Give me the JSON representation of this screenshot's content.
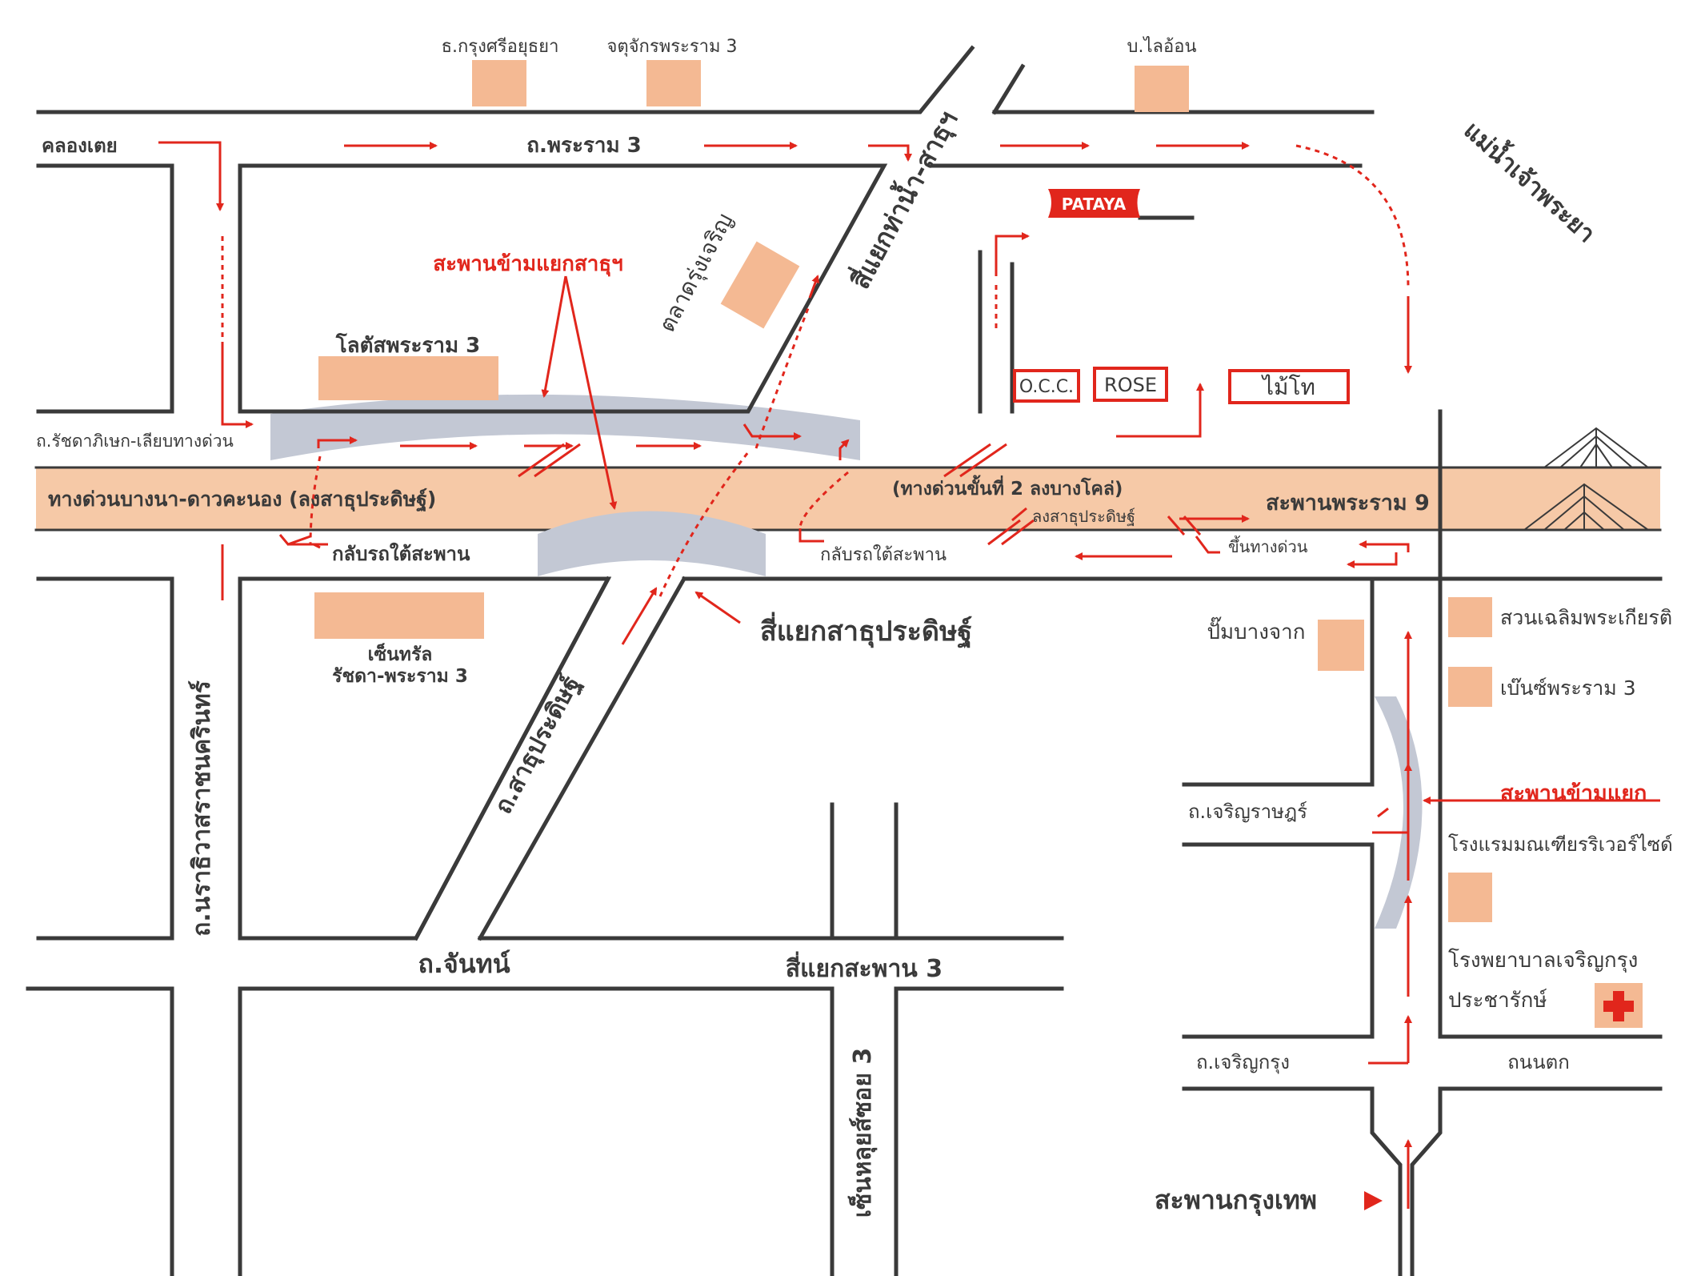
{
  "colors": {
    "road": "#3a3a3a",
    "arrow": "#e1261c",
    "building": "#f4b993",
    "expressway": "#f6c9a7",
    "bridge": "#c3c8d4"
  },
  "top": {
    "krungsri": "ธ.กรุงศรีอยุธยา",
    "jatujak": "จตุจักรพระราม 3",
    "lion": "บ.ไลอ้อน"
  },
  "roads": {
    "khlong_toei": "คลองเตย",
    "rama3": "ถ.พระราม 3",
    "tha_nam_sathu": "สี่แยกท่าน้ำ-สาธุฯ",
    "chaophraya": "แม่น้ำเจ้าพระยา",
    "talad_rung_charoen": "ตลาดรุ่งเจริญ",
    "ratchadaphisek": "ถ.รัชดาภิเษก-เลียบทางด่วน",
    "expressway": "ทางด่วนบางนา-ดาวคะนอง (ลงสาธุประดิษฐ์)",
    "expressway_stage2": "(ทางด่วนขั้นที่ 2 ลงบางโคล่)",
    "down_sathu": "ลงสาธุประดิษฐ์",
    "rama9_bridge": "สะพานพระราม 9",
    "up_expressway": "ขึ้นทางด่วน",
    "u_turn_left": "กลับรถใต้สะพาน",
    "u_turn_right": "กลับรถใต้สะพาน",
    "sathu_junction": "สี่แยกสาธุประดิษฐ์",
    "sathu_road": "ถ.สาธุประดิษฐ์",
    "narathiwat": "ถ.นราธิวาสราชนครินทร์",
    "chan_road": "ถ.จันทน์",
    "saphan3_junction": "สี่แยกสะพาน 3",
    "seng_soi3": "เซ็นหลุยส์ซอย 3",
    "charoen_rat": "ถ.เจริญราษฎร์",
    "charoen_krung": "ถ.เจริญกรุง",
    "thanon_tok": "ถนนตก",
    "krungthep_bridge": "สะพานกรุงเทพ"
  },
  "landmarks": {
    "flyover_sathu": "สะพานข้ามแยกสาธุฯ",
    "lotus": "โลตัสพระราม 3",
    "pataya": "PATAYA",
    "occ": "O.C.C.",
    "rose": "ROSE",
    "maitho": "ไม้โท",
    "central_1": "เซ็นทรัล",
    "central_2": "รัชดา-พระราม 3",
    "pump_bangjak": "ปั๊มบางจาก",
    "park": "สวนเฉลิมพระเกียรติ",
    "benz": "เบ๊นซ์พระราม 3",
    "flyover": "สะพานข้ามแยก",
    "menam_hotel": "โรงแรมมณเฑียรริเวอร์ไซด์",
    "hospital_1": "โรงพยาบาลเจริญกรุง",
    "hospital_2": "ประชารักษ์"
  }
}
